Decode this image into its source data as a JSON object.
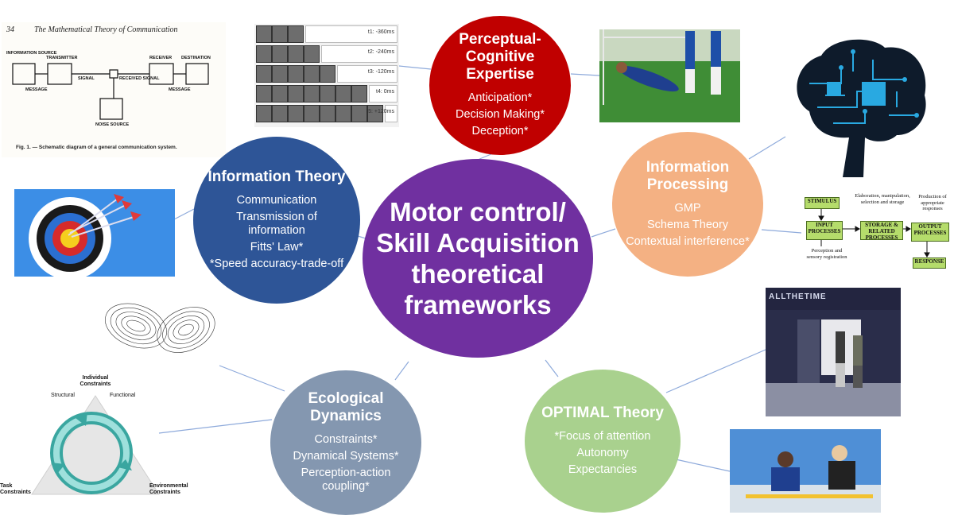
{
  "center": {
    "title": "Motor control/ Skill Acquisition theoretical frameworks",
    "color": "#7030a0"
  },
  "nodes": {
    "information_theory": {
      "title": "Information Theory",
      "items": [
        "Communication",
        "Transmission of information",
        "Fitts' Law*",
        "*Speed accuracy-trade-off"
      ],
      "color": "#2e5597"
    },
    "perceptual_cognitive": {
      "title": "Perceptual-Cognitive Expertise",
      "items": [
        "Anticipation*",
        "Decision Making*",
        "Deception*"
      ],
      "color": "#c00000"
    },
    "information_processing": {
      "title": "Information Processing",
      "items": [
        "GMP",
        "Schema Theory",
        "Contextual interference*"
      ],
      "color": "#f4b183"
    },
    "ecological_dynamics": {
      "title": "Ecological Dynamics",
      "items": [
        "Constraints*",
        "Dynamical Systems*",
        "Perception-action coupling*"
      ],
      "color": "#8497b0"
    },
    "optimal_theory": {
      "title": "OPTIMAL Theory",
      "items": [
        "*Focus of attention",
        "Autonomy",
        "Expectancies"
      ],
      "color": "#a9d18e"
    }
  },
  "shannon": {
    "page_number": "34",
    "header": "The Mathematical Theory of Communication",
    "labels": {
      "info_source": "INFORMATION SOURCE",
      "transmitter": "TRANSMITTER",
      "receiver": "RECEIVER",
      "destination": "DESTINATION",
      "signal": "SIGNAL",
      "received_signal": "RECEIVED SIGNAL",
      "message_left": "MESSAGE",
      "message_right": "MESSAGE",
      "noise_source": "NOISE SOURCE"
    },
    "caption": "Fig. 1. — Schematic diagram of a general communication system."
  },
  "film_labels": [
    "t1: -360ms",
    "t2: -240ms",
    "t3: -120ms",
    "t4: 0ms",
    "t5: +120ms"
  ],
  "ip_flow": {
    "stimulus": "STIMULUS",
    "input": "INPUT PROCESSES",
    "storage": "STORAGE & RELATED PROCESSES",
    "output": "OUTPUT PROCESSES",
    "response": "RESPONSE",
    "elaboration": "Elaboration, manipulation, selection and storage",
    "production": "Production of appropriate responses",
    "perception": "Perception and sensory registration"
  },
  "constraints_triangle": {
    "top": "Individual Constraints",
    "left_side": "Structural",
    "right_side": "Functional",
    "bottom_left": "Task Constraints",
    "bottom_right": "Environmental Constraints"
  },
  "gym_sign": "ALLTHETIME"
}
